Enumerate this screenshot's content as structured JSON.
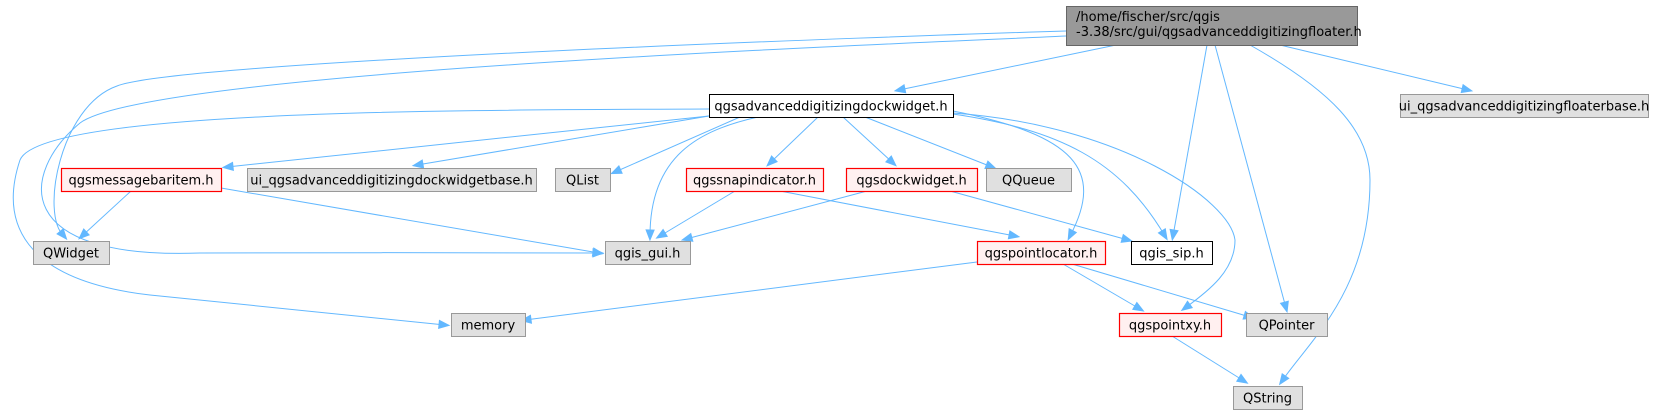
{
  "diagram": {
    "colors": {
      "edge": "#63b8ff",
      "root_fill": "#999999",
      "root_border": "#666666",
      "system_fill": "#e0e0e0",
      "system_border": "#999999",
      "local_fill": "#ffffff",
      "local_border": "#000000",
      "incomplete_fill": "#fff0f0",
      "incomplete_border": "#ff0000"
    },
    "nodes": [
      {
        "id": "root",
        "label_lines": [
          "/home/fischer/src/qgis",
          "-3.38/src/gui/qgsadvanceddigitizingfloater.h"
        ],
        "kind": "root"
      },
      {
        "id": "dock",
        "label_lines": [
          "qgsadvanceddigitizingdockwidget.h"
        ],
        "kind": "local"
      },
      {
        "id": "floaterbase",
        "label_lines": [
          "ui_qgsadvanceddigitizingfloaterbase.h"
        ],
        "kind": "system"
      },
      {
        "id": "msgbar",
        "label_lines": [
          "qgsmessagebaritem.h"
        ],
        "kind": "incomplete"
      },
      {
        "id": "dockbase",
        "label_lines": [
          "ui_qgsadvanceddigitizingdockwidgetbase.h"
        ],
        "kind": "system"
      },
      {
        "id": "qlist",
        "label_lines": [
          "QList"
        ],
        "kind": "system"
      },
      {
        "id": "snap",
        "label_lines": [
          "qgssnapindicator.h"
        ],
        "kind": "incomplete"
      },
      {
        "id": "dockwidget",
        "label_lines": [
          "qgsdockwidget.h"
        ],
        "kind": "incomplete"
      },
      {
        "id": "qqueue",
        "label_lines": [
          "QQueue"
        ],
        "kind": "system"
      },
      {
        "id": "qwidget",
        "label_lines": [
          "QWidget"
        ],
        "kind": "system"
      },
      {
        "id": "qgisgui",
        "label_lines": [
          "qgis_gui.h"
        ],
        "kind": "system"
      },
      {
        "id": "pointlocator",
        "label_lines": [
          "qgspointlocator.h"
        ],
        "kind": "incomplete"
      },
      {
        "id": "qgissip",
        "label_lines": [
          "qgis_sip.h"
        ],
        "kind": "local"
      },
      {
        "id": "memory",
        "label_lines": [
          "memory"
        ],
        "kind": "system"
      },
      {
        "id": "pointxy",
        "label_lines": [
          "qgspointxy.h"
        ],
        "kind": "incomplete"
      },
      {
        "id": "qpointer",
        "label_lines": [
          "QPointer"
        ],
        "kind": "system"
      },
      {
        "id": "qstring",
        "label_lines": [
          "QString"
        ],
        "kind": "system"
      }
    ],
    "edges": [
      {
        "from": "root",
        "to": "dock"
      },
      {
        "from": "root",
        "to": "floaterbase"
      },
      {
        "from": "root",
        "to": "qwidget"
      },
      {
        "from": "root",
        "to": "qgisgui"
      },
      {
        "from": "root",
        "to": "qgissip"
      },
      {
        "from": "root",
        "to": "qpointer"
      },
      {
        "from": "root",
        "to": "qstring"
      },
      {
        "from": "dock",
        "to": "msgbar"
      },
      {
        "from": "dock",
        "to": "dockbase"
      },
      {
        "from": "dock",
        "to": "qlist"
      },
      {
        "from": "dock",
        "to": "snap"
      },
      {
        "from": "dock",
        "to": "dockwidget"
      },
      {
        "from": "dock",
        "to": "qqueue"
      },
      {
        "from": "dock",
        "to": "qgisgui"
      },
      {
        "from": "dock",
        "to": "pointlocator"
      },
      {
        "from": "dock",
        "to": "qgissip"
      },
      {
        "from": "dock",
        "to": "memory"
      },
      {
        "from": "dock",
        "to": "pointxy"
      },
      {
        "from": "msgbar",
        "to": "qwidget"
      },
      {
        "from": "msgbar",
        "to": "qgisgui"
      },
      {
        "from": "snap",
        "to": "qgisgui"
      },
      {
        "from": "snap",
        "to": "pointlocator"
      },
      {
        "from": "dockwidget",
        "to": "qgisgui"
      },
      {
        "from": "dockwidget",
        "to": "qgissip"
      },
      {
        "from": "pointlocator",
        "to": "memory"
      },
      {
        "from": "pointlocator",
        "to": "pointxy"
      },
      {
        "from": "pointlocator",
        "to": "qpointer"
      },
      {
        "from": "pointxy",
        "to": "qstring"
      }
    ]
  }
}
